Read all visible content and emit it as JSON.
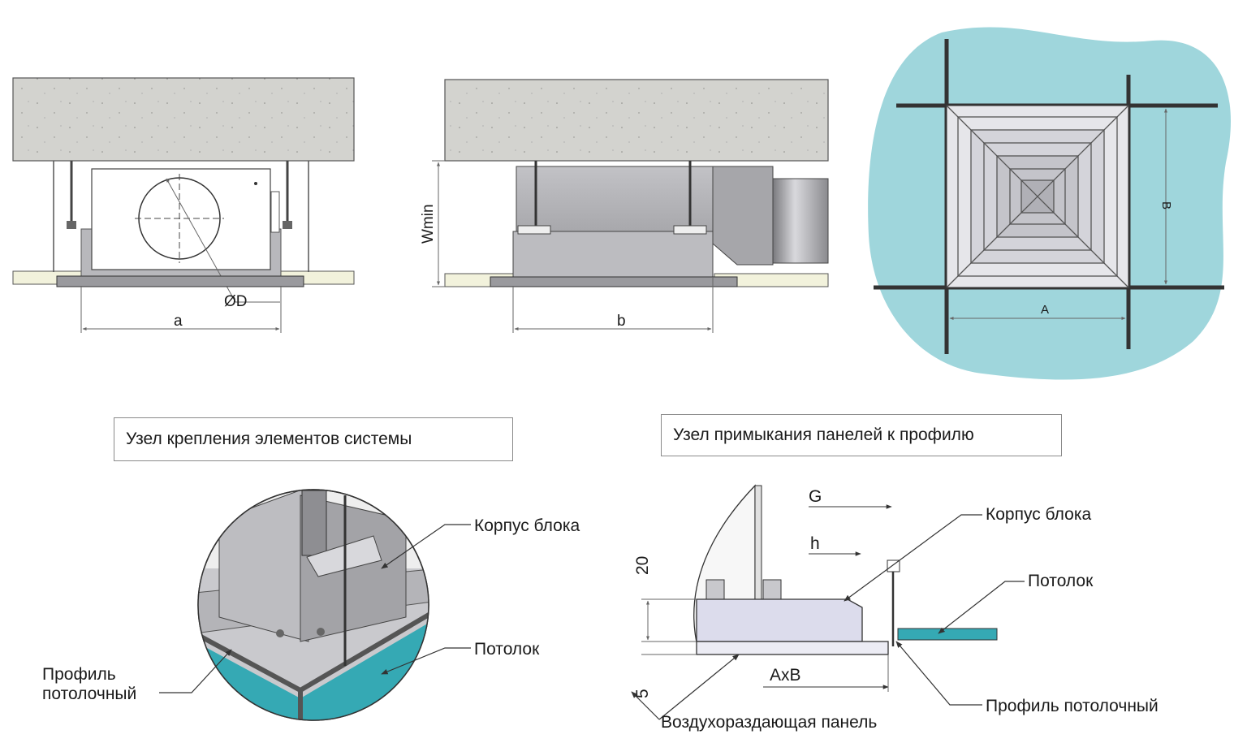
{
  "views": {
    "front": {
      "dim_width": "a",
      "dim_diameter": "ØD"
    },
    "side": {
      "dim_width": "b",
      "dim_height": "Wmin"
    },
    "plan": {
      "dim_a": "A",
      "dim_b": "B"
    }
  },
  "sections": {
    "mount_title": "Узел крепления элементов системы",
    "junction_title": "Узел примыкания панелей к профилю"
  },
  "mount_callouts": {
    "body": "Корпус блока",
    "ceiling": "Потолок",
    "profile_line1": "Профиль",
    "profile_line2": "потолочный"
  },
  "junction": {
    "dim_g": "G",
    "dim_h": "h",
    "dim_20": "20",
    "dim_5": "5",
    "dim_axb": "AxB",
    "body": "Корпус блока",
    "ceiling": "Потолок",
    "profile": "Профиль потолочный",
    "panel": "Воздухораздающая панель"
  },
  "colors": {
    "concrete": "#d4d4d0",
    "ceiling_tile": "#f2f2dc",
    "unit_gray": "#c8c8cc",
    "water": "#9fd6dc",
    "grid": "#333333"
  }
}
